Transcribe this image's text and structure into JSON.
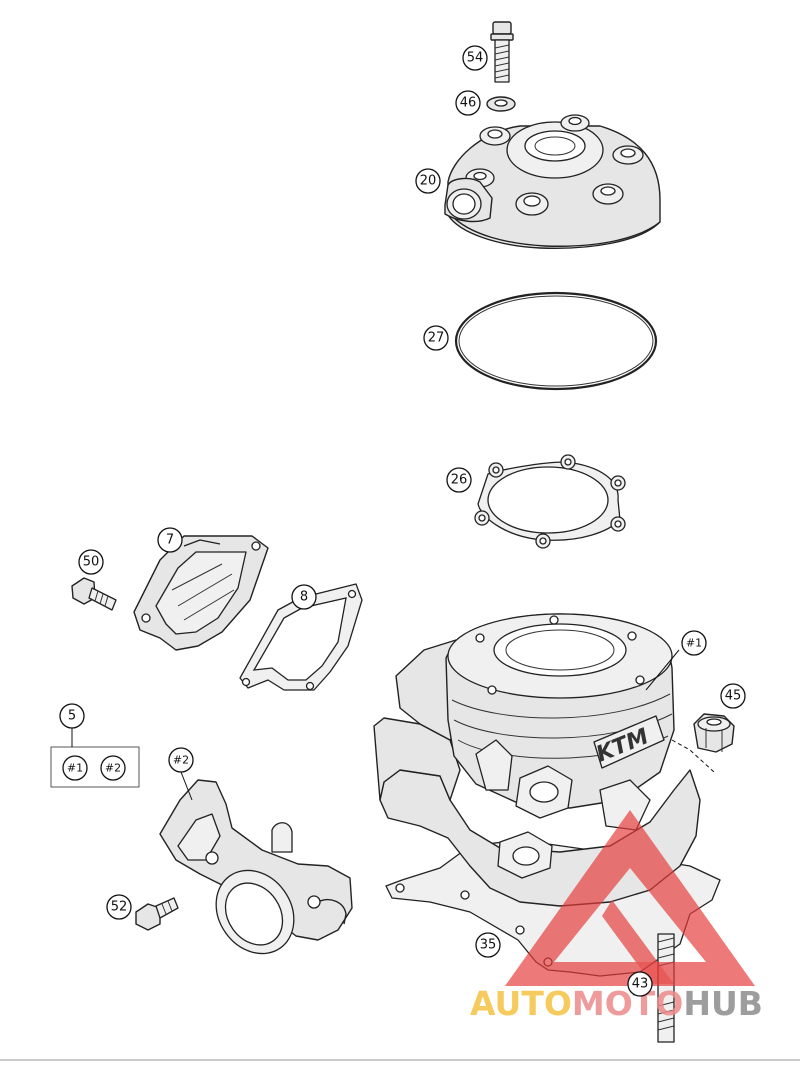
{
  "callouts": {
    "c54": "54",
    "c46": "46",
    "c20": "20",
    "c27": "27",
    "c26": "26",
    "c7": "7",
    "c50": "50",
    "c8": "8",
    "c5": "5",
    "k1": "#1",
    "k2": "#2",
    "c2": "#2",
    "c1": "#1",
    "c45": "45",
    "c52": "52",
    "c35": "35",
    "c43": "43"
  },
  "cylinder_logo": "KTM",
  "watermark": {
    "part1": "AUTO",
    "part2": "MOTO",
    "part3": "HUB",
    "colors": {
      "auto": "#f5c242",
      "moto": "#ee8a8a",
      "hub": "#8c8c8c",
      "triangle": "#e63b3b"
    }
  }
}
